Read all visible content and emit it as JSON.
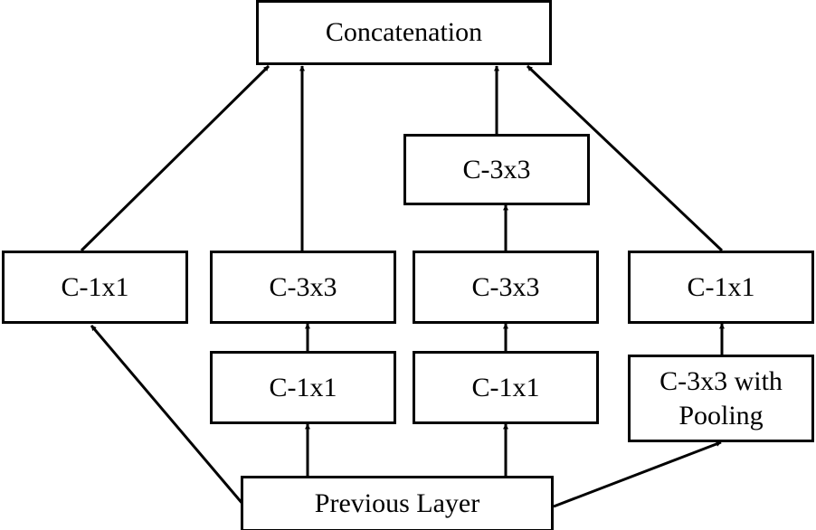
{
  "nodes": {
    "concat": "Concatenation",
    "branch1_conv1x1": "C-1x1",
    "branch2_conv3x3": "C-3x3",
    "branch2_conv1x1": "C-1x1",
    "branch3_conv3x3_top": "C-3x3",
    "branch3_conv3x3": "C-3x3",
    "branch3_conv1x1": "C-1x1",
    "branch4_conv1x1": "C-1x1",
    "branch4_pool": "C-3x3 with\nPooling",
    "previous": "Previous Layer"
  },
  "colors": {
    "stroke": "#000000",
    "fill": "#ffffff"
  }
}
